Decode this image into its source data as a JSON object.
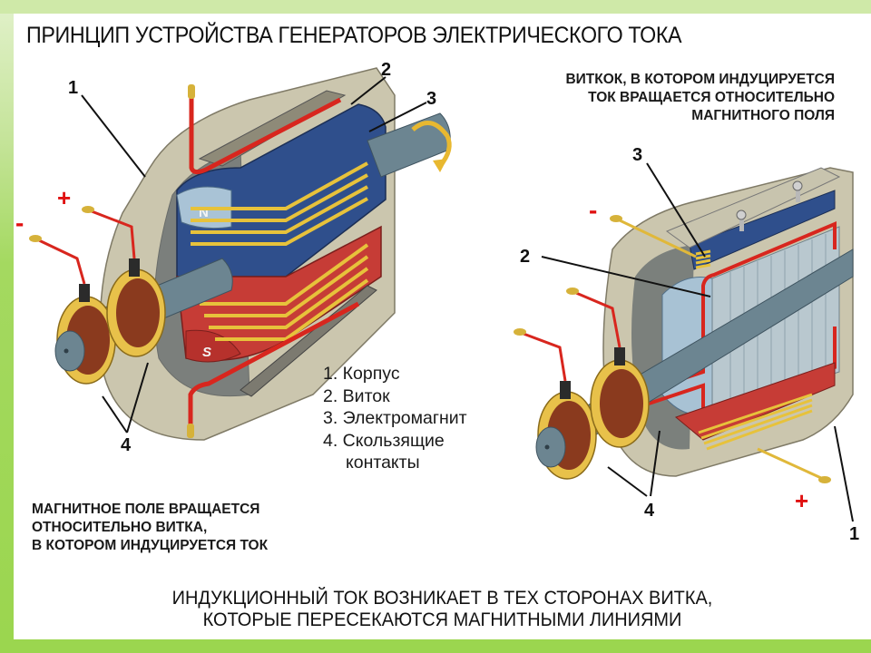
{
  "title": "ПРИНЦИП УСТРОЙСТВА ГЕНЕРАТОРОВ ЭЛЕКТРИЧЕСКОГО ТОКА",
  "right_caption": [
    "ВИТКОК, В КОТОРОМ ИНДУЦИРУЕТСЯ",
    "ТОК ВРАЩАЕТСЯ ОТНОСИТЕЛЬНО",
    "МАГНИТНОГО ПОЛЯ"
  ],
  "left_caption": [
    "МАГНИТНОЕ ПОЛЕ ВРАЩАЕТСЯ",
    "ОТНОСИТЕЛЬНО ВИТКА,",
    "В КОТОРОМ ИНДУЦИРУЕТСЯ ТОК"
  ],
  "legend": [
    "1. Корпус",
    "2. Виток",
    "3. Электромагнит",
    "4. Скользящие",
    "контакты"
  ],
  "bottom_text": [
    "ИНДУКЦИОННЫЙ ТОК ВОЗНИКАЕТ В ТЕХ СТОРОНАХ ВИТКА,",
    "КОТОРЫЕ ПЕРЕСЕКАЮТСЯ МАГНИТНЫМИ ЛИНИЯМИ"
  ],
  "left_figure": {
    "labels": {
      "housing": "1",
      "coil": "2",
      "electromagnet": "3",
      "contacts": "4"
    },
    "poles": {
      "north": "N",
      "south": "S"
    },
    "signs": {
      "plus": "+",
      "minus": "-"
    }
  },
  "right_figure": {
    "labels": {
      "electromagnet": "3",
      "coil": "2",
      "contacts": "4",
      "housing": "1"
    },
    "signs": {
      "plus": "+",
      "minus": "-"
    }
  },
  "colors": {
    "frame_green": "#9bd64f",
    "housing": "#c9c4ad",
    "magnet_blue": "#2e4e8a",
    "magnet_red": "#c83a35",
    "winding_gold": "#e8c23a",
    "shaft": "#6f8893",
    "ring_brown": "#8a3a1e",
    "wire_red": "#d8261e"
  }
}
